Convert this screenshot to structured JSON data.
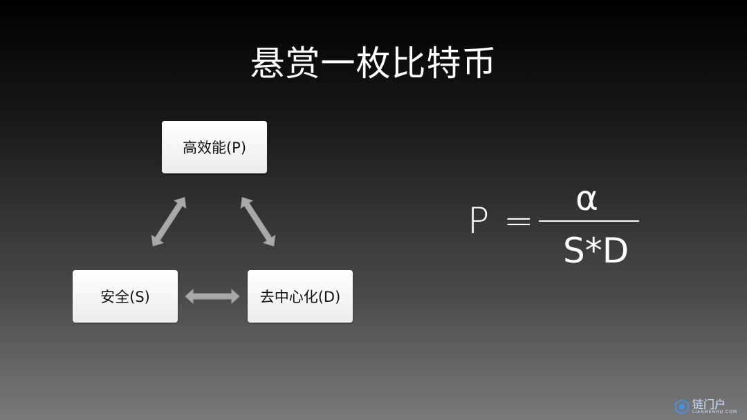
{
  "title": "悬赏一枚比特币",
  "nodes": {
    "performance": "高效能(P)",
    "security": "安全(S)",
    "decentralization": "去中心化(D)"
  },
  "formula": {
    "lhs": "P",
    "equals": "=",
    "numerator": "α",
    "denominator": "S*D"
  },
  "watermark": {
    "text": "链门户",
    "sub": "LIANMENHU.COM",
    "color": "#4a90e2"
  },
  "colors": {
    "arrow": "#a9a9a9",
    "node_bg": "#ffffff"
  }
}
